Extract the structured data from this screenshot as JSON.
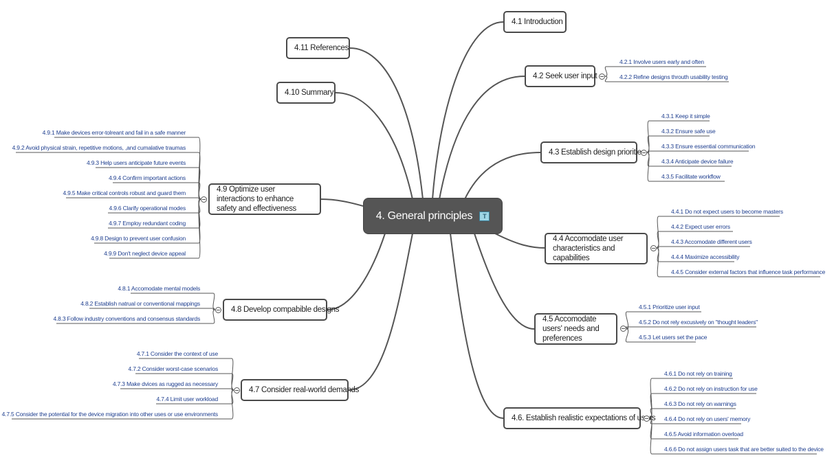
{
  "central": {
    "label": "4. General principles",
    "note_icon": "T"
  },
  "branches": {
    "b41": {
      "label": "4.1 Introduction"
    },
    "b42": {
      "label": "4.2 Seek user input",
      "children": [
        "4.2.1 Involve users early and often",
        "4.2.2 Refine designs throuth usability testing"
      ]
    },
    "b43": {
      "label": "4.3 Establish design priorities",
      "children": [
        "4.3.1 Keep it simple",
        "4.3.2 Ensure safe use",
        "4.3.3 Ensure essential communication",
        "4.3.4 Anticipate device failure",
        "4.3.5 Facilitate workflow"
      ]
    },
    "b44": {
      "label": "4.4 Accomodate user characteristics and capabilities",
      "children": [
        "4.4.1 Do not expect users to become masters",
        "4.4.2 Expect user errors",
        "4.4.3 Accomodate different users",
        "4.4.4 Maximize accessibility",
        "4.4.5 Consider external factors that influence task performance"
      ]
    },
    "b45": {
      "label": "4.5 Accomodate users' needs and preferences",
      "children": [
        "4.5.1 Prioritize user input",
        "4.5.2 Do not rely excusively on \"thought leaders\"",
        "4.5.3 Let users set the pace"
      ]
    },
    "b46": {
      "label": "4.6. Establish realistic expectations of users",
      "children": [
        "4.6.1 Do not rely on training",
        "4.6.2 Do not rely on instruction for use",
        "4.6.3 Do not rely on warnings",
        "4.6.4 Do not rely on users' memory",
        "4.6.5 Avoid information overload",
        "4.6.6 Do not assign users task that are better suited to the device"
      ]
    },
    "b47": {
      "label": "4.7 Consider real-world demands",
      "children": [
        "4.7.1 Consider the context of use",
        "4.7.2 Consider worst-case scenarios",
        "4.7.3 Make dvices as rugged as necessary",
        "4.7.4 Limit user workload",
        "4.7.5 Consider the potential for the device migration into other uses or use environments"
      ]
    },
    "b48": {
      "label": "4.8 Develop compabible designs",
      "children": [
        "4.8.1 Accomodate mental models",
        "4.8.2 Establish natrual or conventional mappings",
        "4.8.3 Follow industry conventions and consensus standards"
      ]
    },
    "b49": {
      "label": "4.9 Optimize user interactions to enhance safety and effectiveness",
      "children": [
        "4.9.1 Make devices error-tolreant and fail in a safe manner",
        "4.9.2 Avoid physical strain, repetitive motions, ,and cumalative traumas",
        "4.9.3 Help users anticipate future events",
        "4.9.4 Confirm important actions",
        "4.9.5 Make critical controls robust and guard them",
        "4.9.6 Clarify operational modes",
        "4.9.7 Employ redundant coding",
        "4.9.8 Design to prevent user confusion",
        "4.9.9 Don't neglect device appeal"
      ]
    },
    "b410": {
      "label": "4.10 Summary"
    },
    "b411": {
      "label": "4.11 References"
    }
  },
  "colors": {
    "central_fill": "#555555",
    "edge": "#555555",
    "leaf_text": "#1f3f8f",
    "leaf_underline": "#333333"
  }
}
